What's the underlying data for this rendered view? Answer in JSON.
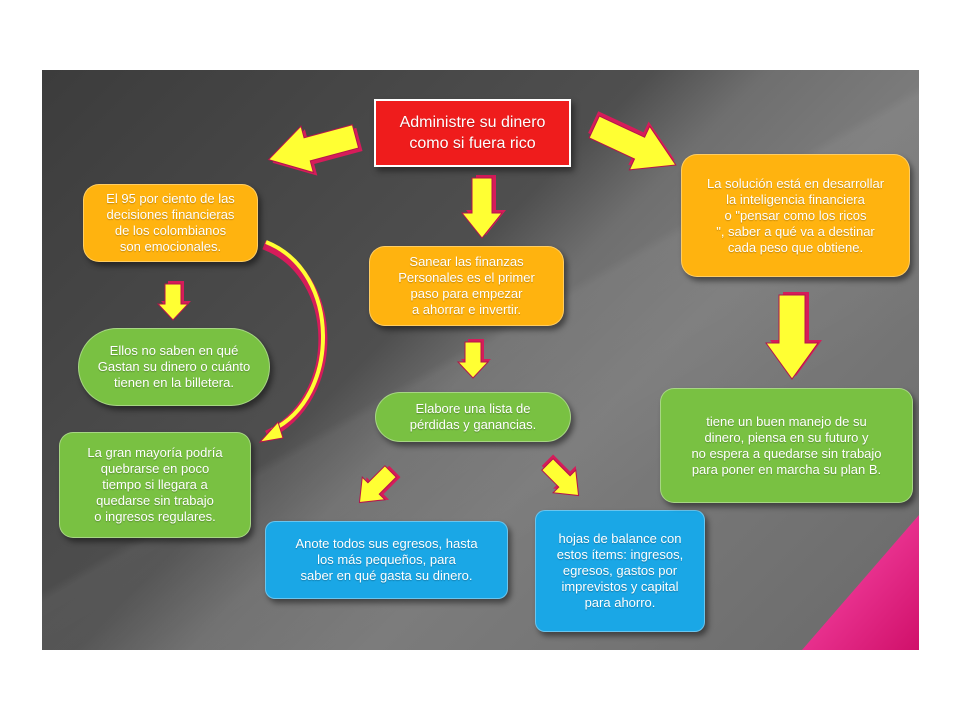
{
  "nodes": {
    "title": "Administre su dinero\ncomo si fuera rico",
    "left_top": "El 95 por ciento de las\ndecisiones financieras\nde los colombianos\nson emocionales.",
    "left_mid": "Ellos no saben en qué\nGastan su dinero o cuánto\ntienen en la billetera.",
    "left_bottom": "La gran mayoría podría\nquebrarse en poco\ntiempo si llegara a\nquedarse sin trabajo\no ingresos regulares.",
    "center_top": "Sanear las finanzas\nPersonales es el primer\npaso para empezar\na ahorrar e invertir.",
    "center_mid": "Elabore una lista de\npérdidas y ganancias.",
    "bottom_left": "Anote todos sus egresos, hasta\nlos más pequeños, para\nsaber en qué gasta su dinero.",
    "bottom_right": "hojas de balance con\nestos ítems: ingresos,\negresos, gastos por\nimprevistos y capital\npara ahorro.",
    "right_top": "La solución está en desarrollar\nla inteligencia financiera\no \"pensar como los ricos\n\", saber a qué va a destinar\ncada peso que obtiene.",
    "right_bottom": "tiene un buen manejo de su\ndinero, piensa en su futuro y\nno espera a quedarse sin trabajo\npara poner en marcha su plan B."
  },
  "colors": {
    "title_box": "#ef1c1c",
    "orange_box": "#ffb30f",
    "green_box": "#79c142",
    "blue_box": "#1aa7e6",
    "arrow_fill": "#ffff33",
    "arrow_edge": "#d61c5a",
    "accent_triangle": "#e6157f"
  }
}
